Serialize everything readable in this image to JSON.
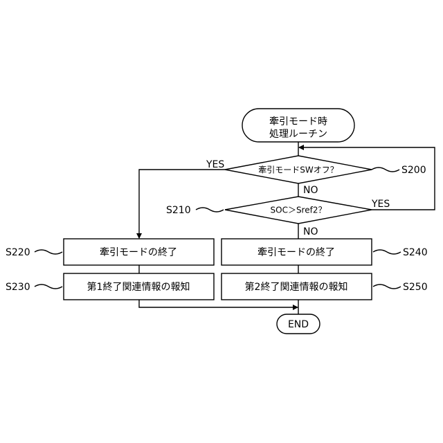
{
  "start": {
    "line1": "牽引モード時",
    "line2": "処理ルーチン"
  },
  "decisions": [
    {
      "id": "S200",
      "text": "牽引モードSWオフ？",
      "yes": "YES",
      "no": "NO"
    },
    {
      "id": "S210",
      "text": "SOC＞Sref2？",
      "yes": "YES",
      "no": "NO"
    }
  ],
  "processes": [
    {
      "id": "S220",
      "text": "牽引モードの終了"
    },
    {
      "id": "S230",
      "text": "第1終了関連情報の報知"
    },
    {
      "id": "S240",
      "text": "牽引モードの終了"
    },
    {
      "id": "S250",
      "text": "第2終了関連情報の報知"
    }
  ],
  "end": {
    "text": "END"
  }
}
